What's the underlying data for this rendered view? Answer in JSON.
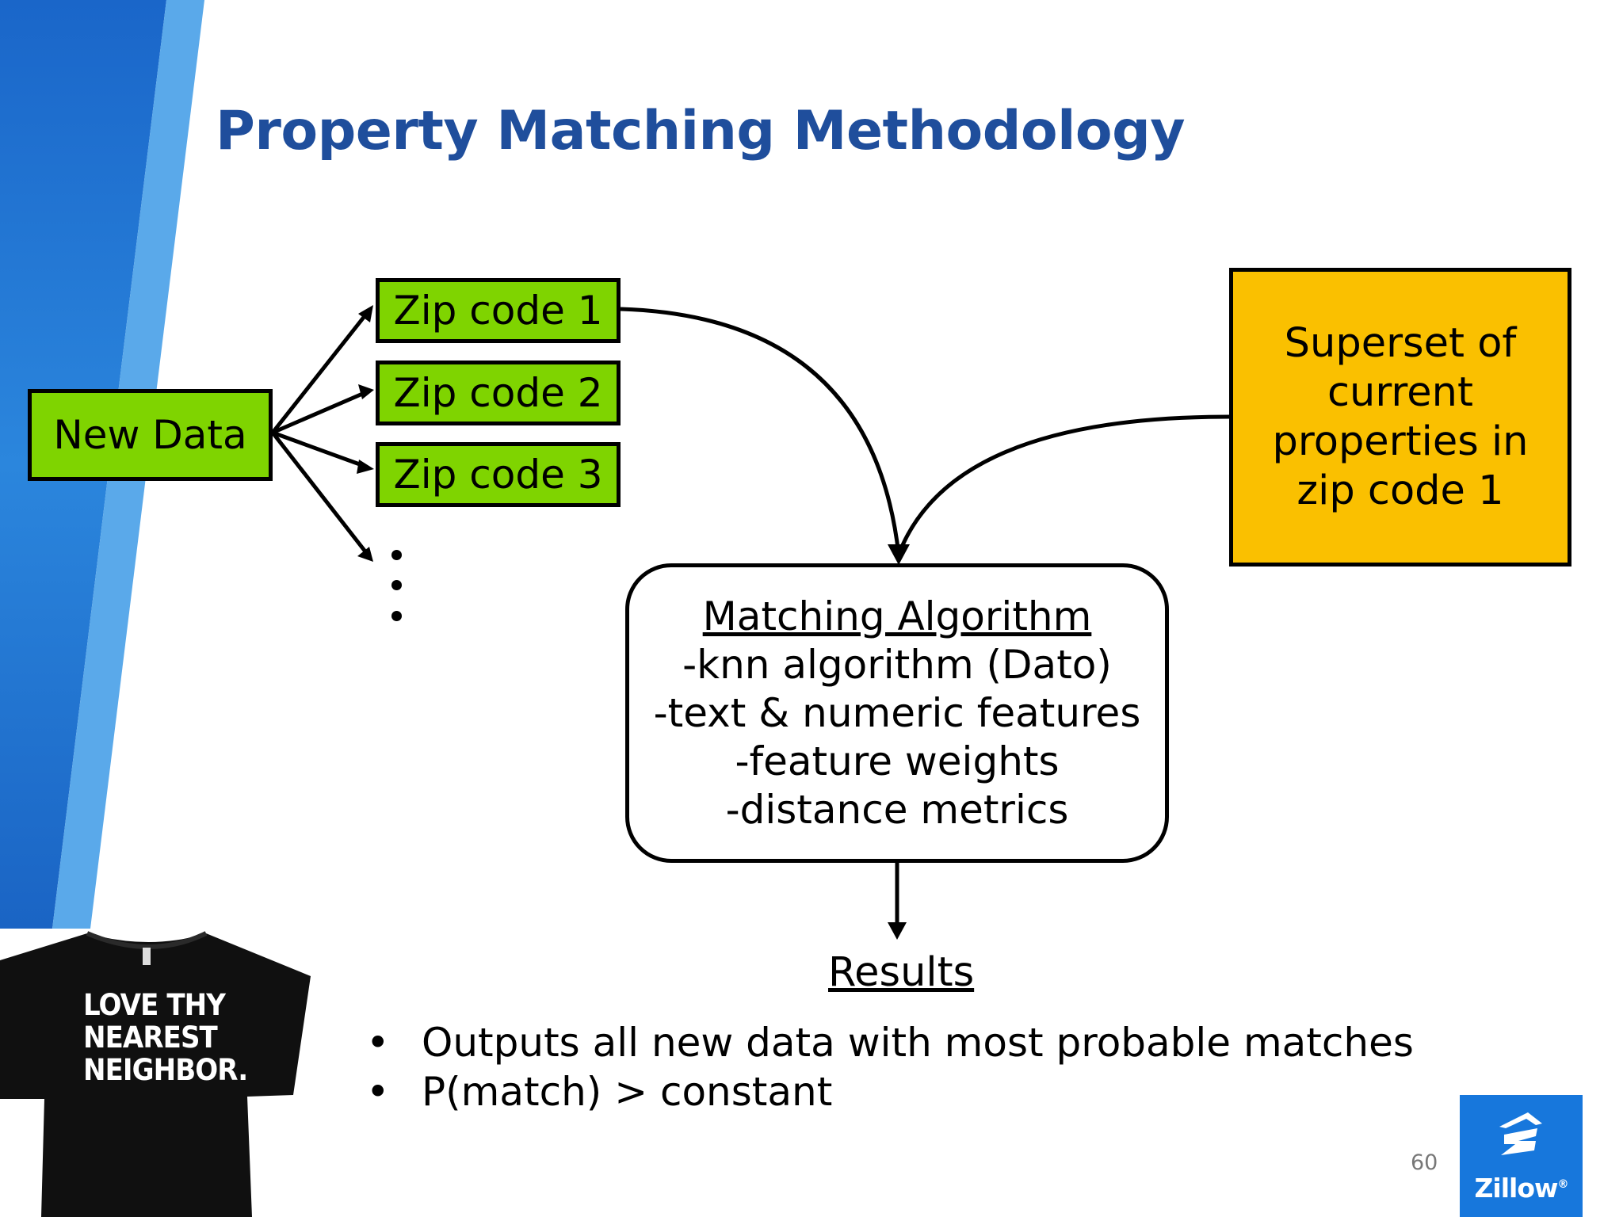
{
  "slide": {
    "title": "Property Matching Methodology",
    "page_number": "60"
  },
  "diagram": {
    "source": "New Data",
    "zip_codes": [
      "Zip code 1",
      "Zip code 2",
      "Zip code 3"
    ],
    "superset": "Superset of current properties in zip code 1",
    "algorithm": {
      "heading": "Matching Algorithm",
      "lines": [
        "-knn algorithm (Dato)",
        "-text & numeric features",
        "-feature weights",
        "-distance metrics"
      ]
    }
  },
  "results": {
    "heading": "Results",
    "bullet_symbol": "•",
    "bullets": [
      "Outputs all new data with most probable matches",
      "P(match) > constant"
    ]
  },
  "tshirt_text": [
    "LOVE THY",
    "NEAREST",
    "NEIGHBOR."
  ],
  "logo": {
    "text": "Zillow",
    "trademark": "®"
  },
  "colors": {
    "title": "#1f4e9c",
    "green_box": "#7fd400",
    "yellow_box": "#fac000",
    "logo_bg": "#1777dc",
    "band_dark": "#1e6fcf",
    "band_light": "#5aa9ea"
  }
}
